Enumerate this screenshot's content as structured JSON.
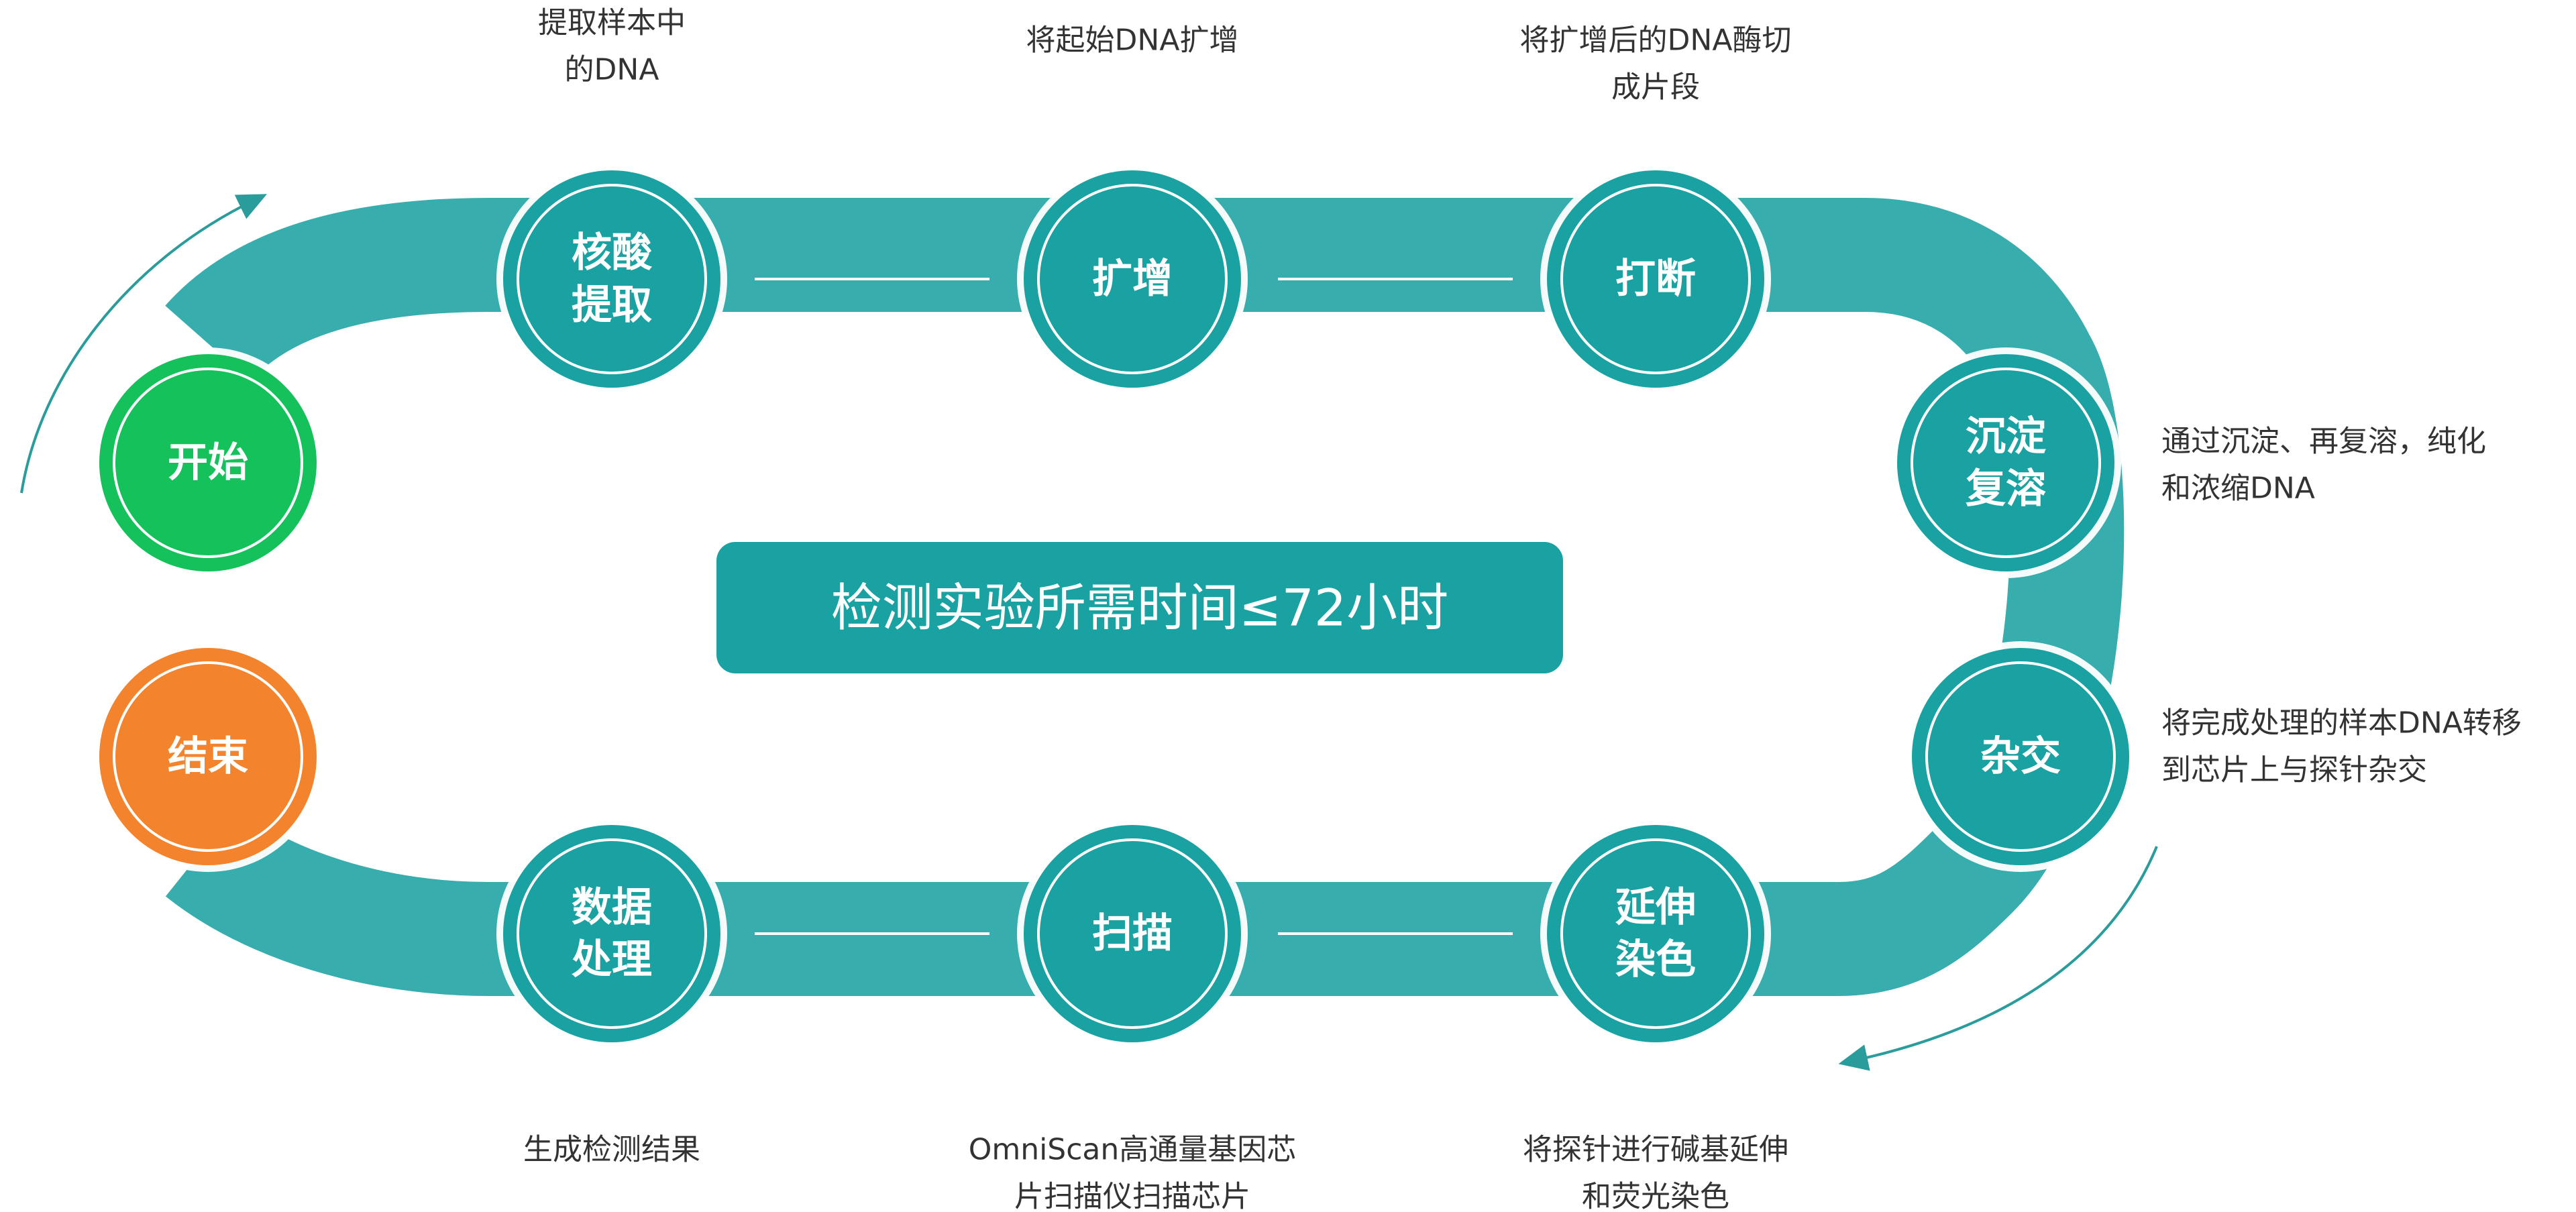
{
  "colors": {
    "track": "#38adad",
    "node": "#1aa2a2",
    "start": "#14c15a",
    "end": "#f3832c",
    "arrow": "#2a9c9c",
    "connector": "#ffffff"
  },
  "center": {
    "text": "检测实验所需时间≤72小时"
  },
  "nodes": {
    "start": {
      "lines": [
        "开始"
      ]
    },
    "end": {
      "lines": [
        "结束"
      ]
    },
    "extract": {
      "lines": [
        "核酸",
        "提取"
      ]
    },
    "amplify": {
      "lines": [
        "扩增"
      ]
    },
    "fragment": {
      "lines": [
        "打断"
      ]
    },
    "precipitate": {
      "lines": [
        "沉淀",
        "复溶"
      ]
    },
    "hybridize": {
      "lines": [
        "杂交"
      ]
    },
    "stain": {
      "lines": [
        "延伸",
        "染色"
      ]
    },
    "scan": {
      "lines": [
        "扫描"
      ]
    },
    "analysis": {
      "lines": [
        "数据",
        "处理"
      ]
    }
  },
  "descriptions": {
    "extract": [
      "提取样本中",
      "的DNA"
    ],
    "amplify": [
      "将起始DNA扩增"
    ],
    "fragment": [
      "将扩增后的DNA酶切",
      "成片段"
    ],
    "precipitate": [
      "通过沉淀、再复溶，纯化",
      "和浓缩DNA"
    ],
    "hybridize": [
      "将完成处理的样本DNA转移",
      "到芯片上与探针杂交"
    ],
    "stain": [
      "将探针进行碱基延伸",
      "和荧光染色"
    ],
    "scan": [
      "OmniScan高通量基因芯",
      "片扫描仪扫描芯片"
    ],
    "analysis": [
      "生成检测结果"
    ]
  }
}
